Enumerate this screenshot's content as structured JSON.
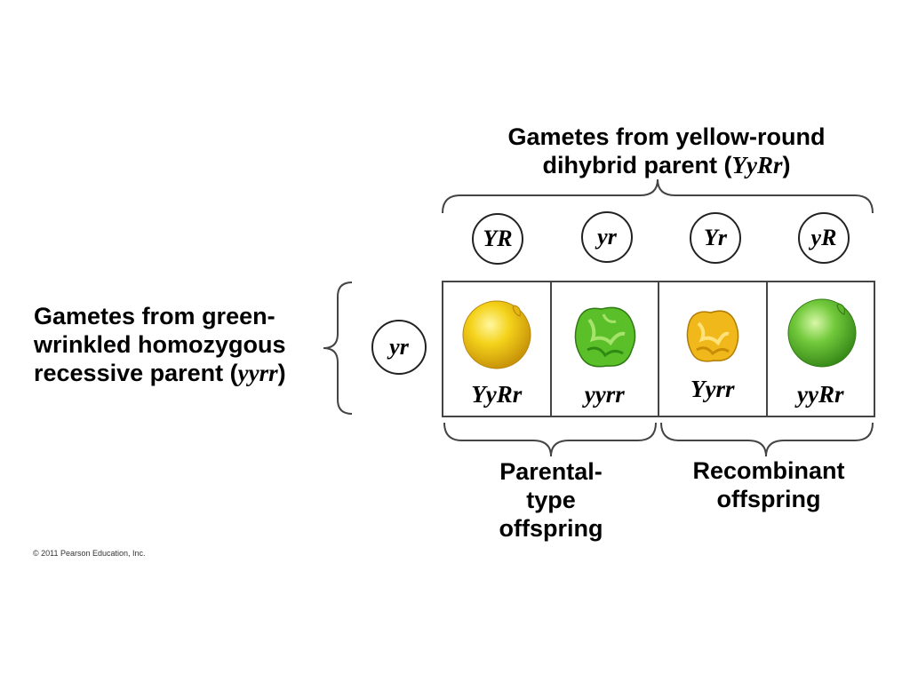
{
  "top_header": {
    "line1": "Gametes from yellow-round",
    "line2_prefix": "dihybrid parent (",
    "line2_genotype": "YyRr",
    "line2_suffix": ")"
  },
  "left_header": {
    "line1": "Gametes from green-",
    "line2": "wrinkled homozygous",
    "line3_prefix": "recessive parent (",
    "line3_genotype": "yyrr",
    "line3_suffix": ")"
  },
  "top_gametes": [
    "YR",
    "yr",
    "Yr",
    "yR"
  ],
  "left_gamete": "yr",
  "offspring": [
    {
      "genotype": "YyRr",
      "phenotype": "yellow-round"
    },
    {
      "genotype": "yyrr",
      "phenotype": "green-wrinkled"
    },
    {
      "genotype": "Yyrr",
      "phenotype": "yellow-wrinkled"
    },
    {
      "genotype": "yyRr",
      "phenotype": "green-round"
    }
  ],
  "parental_label": {
    "line1": "Parental-",
    "line2": "type",
    "line3": "offspring"
  },
  "recombinant_label": {
    "line1": "Recombinant",
    "line2": "offspring"
  },
  "copyright": "© 2011 Pearson Education, Inc.",
  "colors": {
    "yellow": "#f2c40f",
    "green": "#5bbf2a",
    "line": "#444444"
  }
}
